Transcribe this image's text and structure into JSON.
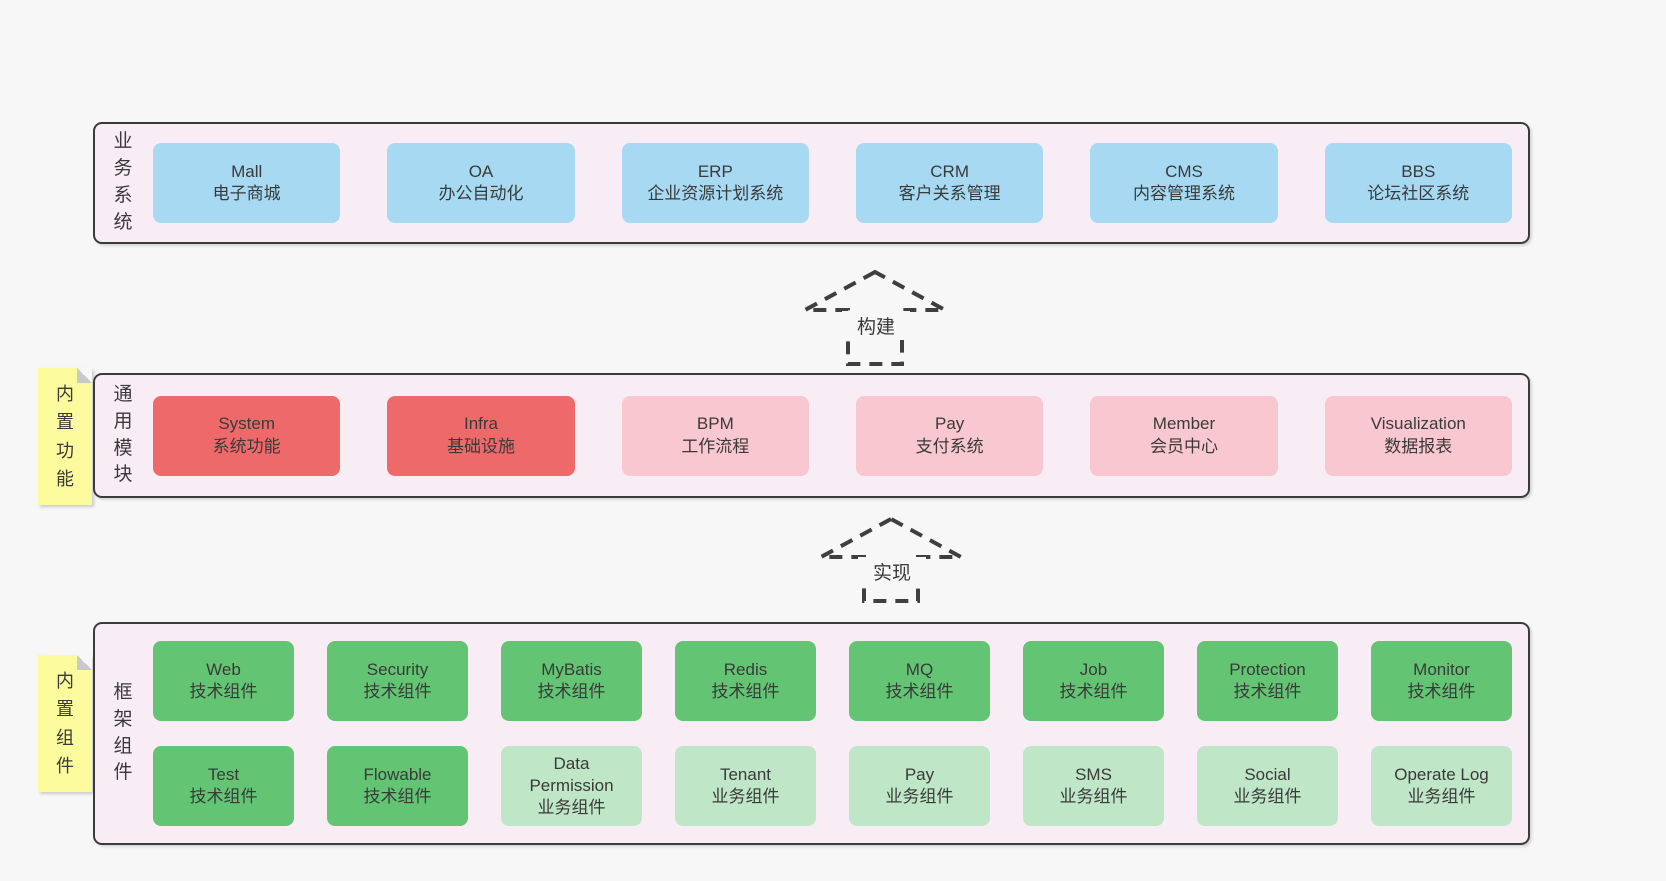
{
  "colors": {
    "page_background": "#f7f7f7",
    "container_background": "#f8edf5",
    "container_border": "#3b3b3b",
    "blue": "#a7d9f2",
    "red": "#ee6a6a",
    "pink": "#f9c7d0",
    "green": "#63c573",
    "lightgreen": "#bfe7c7",
    "sticky_yellow": "#fbfb9d",
    "sticky_fold": "#c9c9c9",
    "text": "#3a3a3a"
  },
  "arrows": [
    {
      "label": "构建"
    },
    {
      "label": "实现"
    }
  ],
  "layers": [
    {
      "label": "业务系统",
      "note": null,
      "rows": [
        [
          {
            "lines": [
              "Mall",
              "电子商城"
            ],
            "color": "blue"
          },
          {
            "lines": [
              "OA",
              "办公自动化"
            ],
            "color": "blue"
          },
          {
            "lines": [
              "ERP",
              "企业资源计划系统"
            ],
            "color": "blue"
          },
          {
            "lines": [
              "CRM",
              "客户关系管理"
            ],
            "color": "blue"
          },
          {
            "lines": [
              "CMS",
              "内容管理系统"
            ],
            "color": "blue"
          },
          {
            "lines": [
              "BBS",
              "论坛社区系统"
            ],
            "color": "blue"
          }
        ]
      ]
    },
    {
      "label": "通用模块",
      "note": "内置功能",
      "rows": [
        [
          {
            "lines": [
              "System",
              "系统功能"
            ],
            "color": "red"
          },
          {
            "lines": [
              "Infra",
              "基础设施"
            ],
            "color": "red"
          },
          {
            "lines": [
              "BPM",
              "工作流程"
            ],
            "color": "pink"
          },
          {
            "lines": [
              "Pay",
              "支付系统"
            ],
            "color": "pink"
          },
          {
            "lines": [
              "Member",
              "会员中心"
            ],
            "color": "pink"
          },
          {
            "lines": [
              "Visualization",
              "数据报表"
            ],
            "color": "pink"
          }
        ]
      ]
    },
    {
      "label": "框架组件",
      "note": "内置组件",
      "rows": [
        [
          {
            "lines": [
              "Web",
              "技术组件"
            ],
            "color": "green"
          },
          {
            "lines": [
              "Security",
              "技术组件"
            ],
            "color": "green"
          },
          {
            "lines": [
              "MyBatis",
              "技术组件"
            ],
            "color": "green"
          },
          {
            "lines": [
              "Redis",
              "技术组件"
            ],
            "color": "green"
          },
          {
            "lines": [
              "MQ",
              "技术组件"
            ],
            "color": "green"
          },
          {
            "lines": [
              "Job",
              "技术组件"
            ],
            "color": "green"
          },
          {
            "lines": [
              "Protection",
              "技术组件"
            ],
            "color": "green"
          },
          {
            "lines": [
              "Monitor",
              "技术组件"
            ],
            "color": "green"
          }
        ],
        [
          {
            "lines": [
              "Test",
              "技术组件"
            ],
            "color": "green"
          },
          {
            "lines": [
              "Flowable",
              "技术组件"
            ],
            "color": "green"
          },
          {
            "lines": [
              "Data",
              "Permission",
              "业务组件"
            ],
            "color": "lightgreen"
          },
          {
            "lines": [
              "Tenant",
              "业务组件"
            ],
            "color": "lightgreen"
          },
          {
            "lines": [
              "Pay",
              "业务组件"
            ],
            "color": "lightgreen"
          },
          {
            "lines": [
              "SMS",
              "业务组件"
            ],
            "color": "lightgreen"
          },
          {
            "lines": [
              "Social",
              "业务组件"
            ],
            "color": "lightgreen"
          },
          {
            "lines": [
              "Operate Log",
              "业务组件"
            ],
            "color": "lightgreen"
          }
        ]
      ]
    }
  ]
}
